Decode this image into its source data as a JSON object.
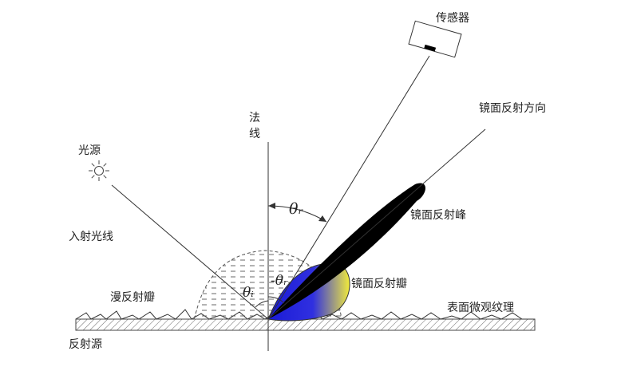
{
  "labels": {
    "sensor": "传感器",
    "specular_direction": "镜面反射方向",
    "normal_line_1": "法",
    "normal_line_2": "线",
    "light_source": "光源",
    "incident_ray": "入射光线",
    "specular_peak": "镜面反射峰",
    "specular_lobe": "镜面反射瓣",
    "diffuse_lobe": "漫反射瓣",
    "surface_texture": "表面微观纹理",
    "reflection_source": "反射源"
  },
  "angles": {
    "theta_r_main": "θᵣ",
    "theta_r_inner": "-θᵣ",
    "theta_i": "θᵢ"
  },
  "colors": {
    "lobe_blue": "#1a1ad6",
    "lobe_yellow": "#f2ec3a",
    "peak_black": "#000000",
    "line": "#333333"
  }
}
